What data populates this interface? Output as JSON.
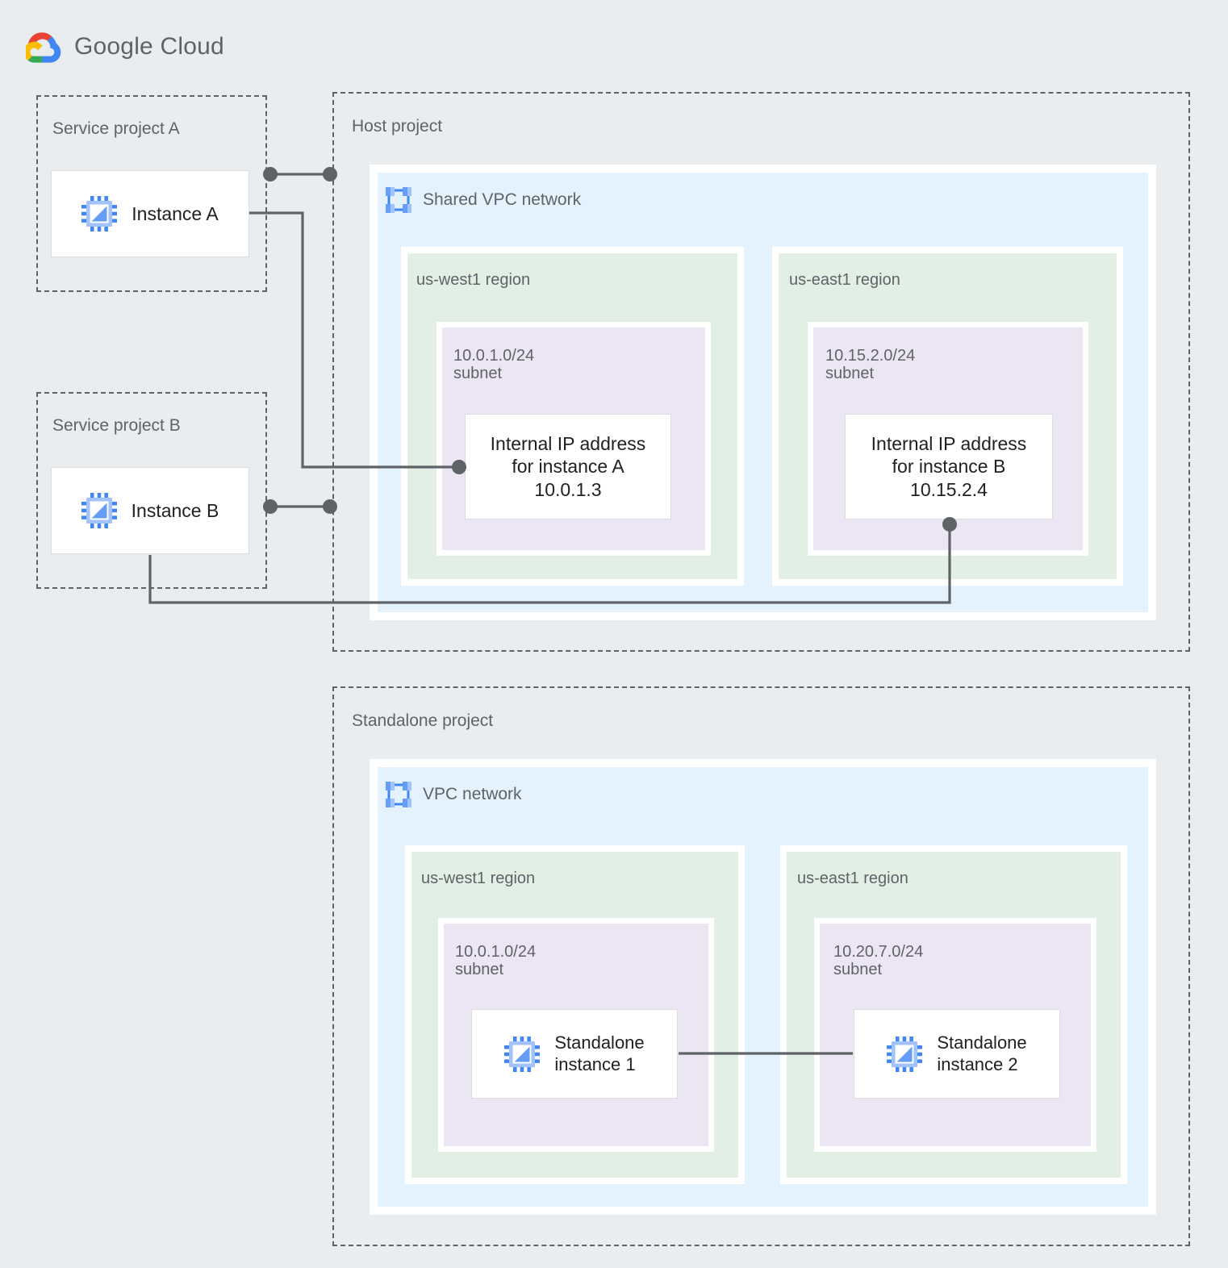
{
  "brand": {
    "name": "Google Cloud",
    "logo_icon": "google-cloud-logo",
    "colors": {
      "red": "#ea4335",
      "yellow": "#fbbc04",
      "green": "#34a853",
      "blue": "#4285f4"
    }
  },
  "palette": {
    "page_background": "#eaedef",
    "vpc_fill": "#e3f2fd",
    "region_fill": "#e2efe5",
    "subnet_fill": "#ece6f4",
    "card_fill": "#ffffff",
    "card_border": "#dadce0",
    "dashed_border": "#5f6368",
    "wire": "#5f6368",
    "label_text": "#5f6368",
    "card_text": "#202124",
    "icon_blue": "#4285f4",
    "icon_blue_light": "#a1c2fa"
  },
  "projects": [
    {
      "id": "service-project-a",
      "label": "Service project A",
      "instances": [
        {
          "id": "instance-a",
          "label": "Instance A",
          "icon": "compute-instance-icon"
        }
      ]
    },
    {
      "id": "service-project-b",
      "label": "Service project B",
      "instances": [
        {
          "id": "instance-b",
          "label": "Instance B",
          "icon": "compute-instance-icon"
        }
      ]
    },
    {
      "id": "host-project",
      "label": "Host project",
      "network": {
        "id": "shared-vpc-network",
        "label": "Shared VPC network",
        "icon": "vpc-network-icon",
        "regions": [
          {
            "id": "host-us-west1",
            "label": "us-west1 region",
            "subnet": {
              "id": "host-subnet-west",
              "cidr": "10.0.1.0/24",
              "label": "10.0.1.0/24\nsubnet",
              "node": {
                "id": "internal-ip-instance-a",
                "label": "Internal IP address\nfor instance A\n10.0.1.3",
                "ip": "10.0.1.3"
              }
            }
          },
          {
            "id": "host-us-east1",
            "label": "us-east1 region",
            "subnet": {
              "id": "host-subnet-east",
              "cidr": "10.15.2.0/24",
              "label": "10.15.2.0/24\nsubnet",
              "node": {
                "id": "internal-ip-instance-b",
                "label": "Internal IP address\nfor instance B\n10.15.2.4",
                "ip": "10.15.2.4"
              }
            }
          }
        ]
      }
    },
    {
      "id": "standalone-project",
      "label": "Standalone project",
      "network": {
        "id": "vpc-network",
        "label": "VPC network",
        "icon": "vpc-network-icon",
        "regions": [
          {
            "id": "standalone-us-west1",
            "label": "us-west1 region",
            "subnet": {
              "id": "standalone-subnet-west",
              "cidr": "10.0.1.0/24",
              "label": "10.0.1.0/24\nsubnet",
              "node": {
                "id": "standalone-instance-1",
                "label": "Standalone\ninstance 1",
                "icon": "compute-instance-icon"
              }
            }
          },
          {
            "id": "standalone-us-east1",
            "label": "us-east1 region",
            "subnet": {
              "id": "standalone-subnet-east",
              "cidr": "10.20.7.0/24",
              "label": "10.20.7.0/24\nsubnet",
              "node": {
                "id": "standalone-instance-2",
                "label": "Standalone\ninstance 2",
                "icon": "compute-instance-icon"
              }
            }
          }
        ]
      }
    }
  ],
  "connectors": [
    {
      "id": "conn-service-a-to-host",
      "from": "service-project-a",
      "to": "host-project",
      "endpoints": "dot-dot"
    },
    {
      "id": "conn-instance-a-to-ip-a",
      "from": "instance-a",
      "to": "internal-ip-instance-a",
      "endpoints": "plain-dot"
    },
    {
      "id": "conn-service-b-to-host",
      "from": "service-project-b",
      "to": "host-project",
      "endpoints": "dot-dot"
    },
    {
      "id": "conn-instance-b-to-ip-b",
      "from": "instance-b",
      "to": "internal-ip-instance-b",
      "endpoints": "plain-dot"
    },
    {
      "id": "conn-standalone-1-to-2",
      "from": "standalone-instance-1",
      "to": "standalone-instance-2",
      "endpoints": "plain-plain"
    }
  ]
}
